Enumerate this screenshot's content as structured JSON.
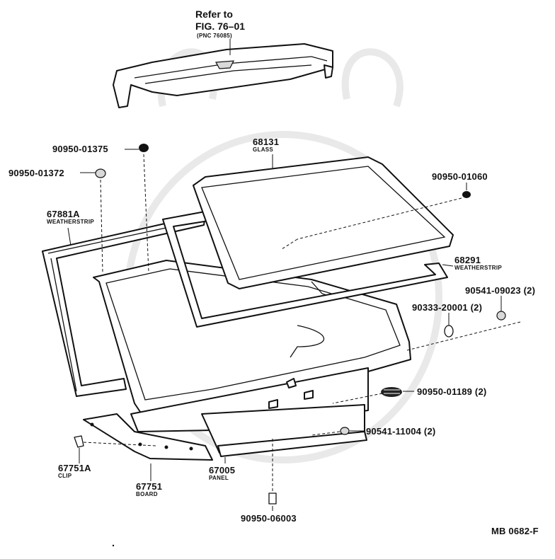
{
  "diagram": {
    "reference": {
      "line1": "Refer to",
      "line2": "FIG. 76–01",
      "line3": "(PNC 76085)"
    },
    "parts": {
      "p1": "90950-01375",
      "p2": "90950-01372",
      "p3_num": "68131",
      "p3_name": "GLASS",
      "p4": "90950-01060",
      "p5_num": "67881A",
      "p5_name": "WEATHERSTRIP",
      "p6_num": "68291",
      "p6_name": "WEATHERSTRIP",
      "p7": "90541-09023 (2)",
      "p8": "90333-20001 (2)",
      "p9": "90950-01189 (2)",
      "p10": "90541-11004 (2)",
      "p11_num": "67751A",
      "p11_name": "CLIP",
      "p12_num": "67751",
      "p12_name": "BOARD",
      "p13_num": "67005",
      "p13_name": "PANEL",
      "p14": "90950-06003"
    },
    "figure_id": "MB 0682-F"
  }
}
